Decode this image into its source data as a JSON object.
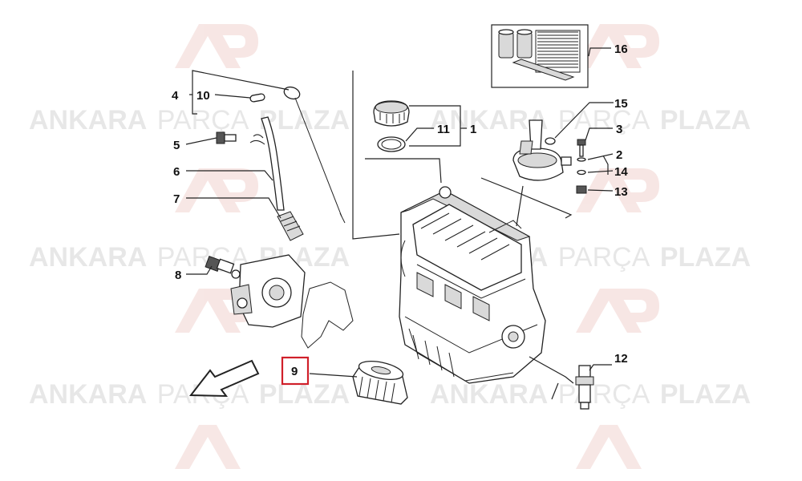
{
  "watermark": {
    "brand_bold_left": "ANKARA",
    "brand_light": "PARÇA",
    "brand_bold_right": "PLAZA",
    "logo_color": "#c0392b"
  },
  "diagram": {
    "highlight_color": "#d0202a",
    "highlighted_part": "9",
    "callouts": {
      "c1": "1",
      "c2": "2",
      "c3": "3",
      "c4": "4",
      "c5": "5",
      "c6": "6",
      "c7": "7",
      "c8": "8",
      "c9": "9",
      "c10": "10",
      "c11": "11",
      "c12": "12",
      "c13": "13",
      "c14": "14",
      "c15": "15",
      "c16": "16"
    },
    "direction_arrow_icon": "front-direction-arrow-icon"
  }
}
